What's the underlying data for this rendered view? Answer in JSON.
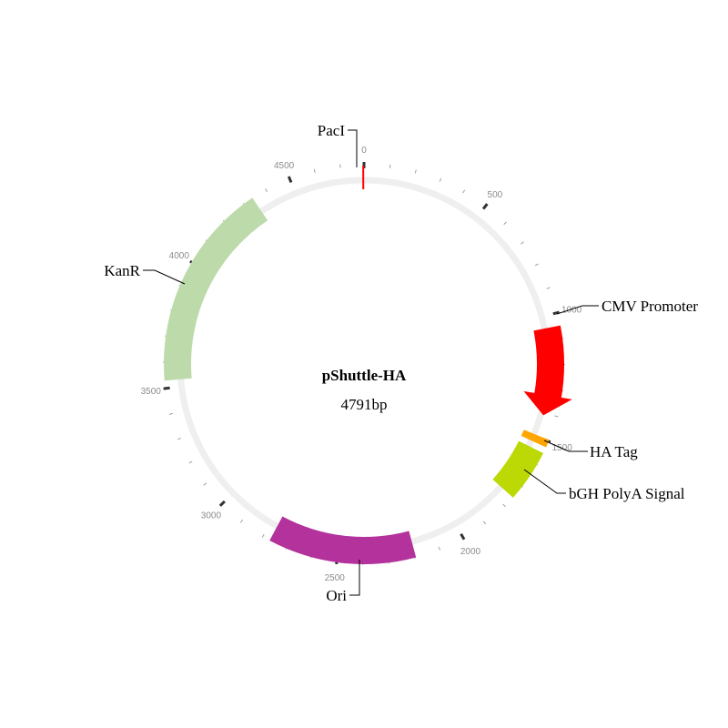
{
  "plasmid": {
    "name": "pShuttle-HA",
    "length_label": "4791bp",
    "length": 4791
  },
  "tick_labels": [
    "0",
    "500",
    "1000",
    "1500",
    "2000",
    "2500",
    "3000",
    "3500",
    "4000",
    "4500"
  ],
  "features": [
    {
      "id": "cmv-promoter",
      "name": "CMV Promoter",
      "start": 1050,
      "end": 1410,
      "color": "#ff0000",
      "direction": "forward"
    },
    {
      "id": "ha-tag",
      "name": "HA Tag",
      "start": 1495,
      "end": 1525,
      "color": "#ffa500",
      "direction": "none"
    },
    {
      "id": "bgh-polya-signal",
      "name": "bGH PolyA Signal",
      "start": 1550,
      "end": 1755,
      "color": "#bcd805",
      "direction": "none"
    },
    {
      "id": "ori",
      "name": "Ori",
      "start": 2195,
      "end": 2770,
      "color": "#b3329b",
      "direction": "none"
    },
    {
      "id": "kanr",
      "name": "KanR",
      "start": 3530,
      "end": 4340,
      "color": "#bddbaa",
      "direction": "none"
    }
  ],
  "sites": [
    {
      "id": "paci",
      "name": "PacI",
      "position": 4788,
      "color": "#ff0000"
    }
  ]
}
